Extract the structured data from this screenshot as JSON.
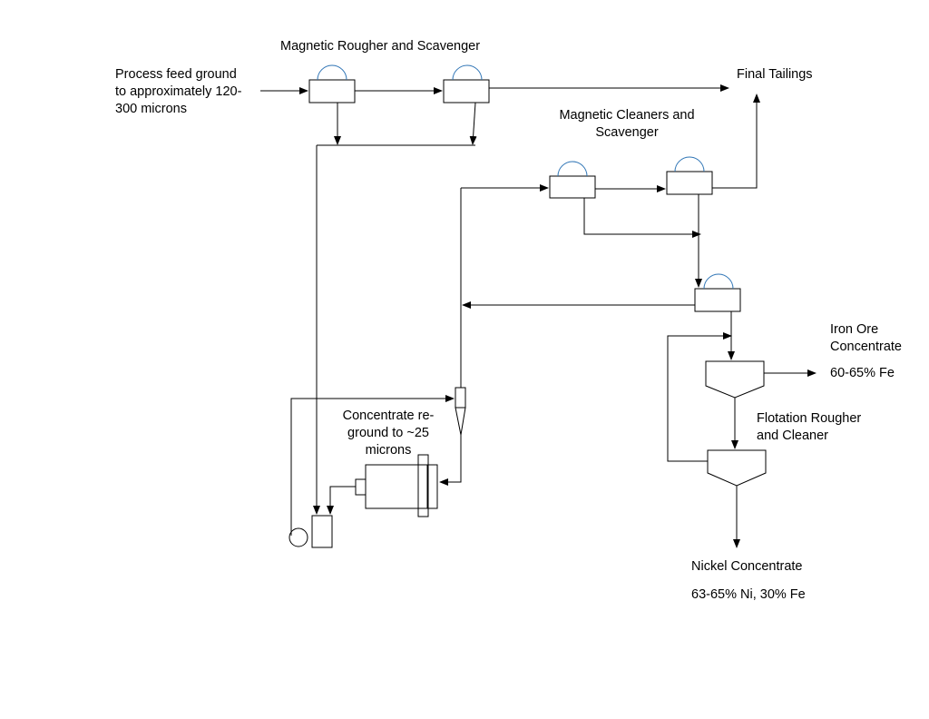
{
  "labels": {
    "rougher_title": "Magnetic Rougher and Scavenger",
    "feed": "Process feed ground\nto approximately 120-\n300 microns",
    "final_tailings": "Final Tailings",
    "cleaners_title": "Magnetic Cleaners and\nScavenger",
    "iron_ore": "Iron Ore\nConcentrate",
    "iron_grade": "60-65% Fe",
    "flotation": "Flotation Rougher\nand Cleaner",
    "regrind": "Concentrate re-\nground to ~25\nmicrons",
    "nickel": "Nickel Concentrate",
    "nickel_grade": "63-65% Ni, 30% Fe"
  },
  "colors": {
    "line": "#000000",
    "drum": "#2e74b5",
    "background": "#ffffff"
  }
}
